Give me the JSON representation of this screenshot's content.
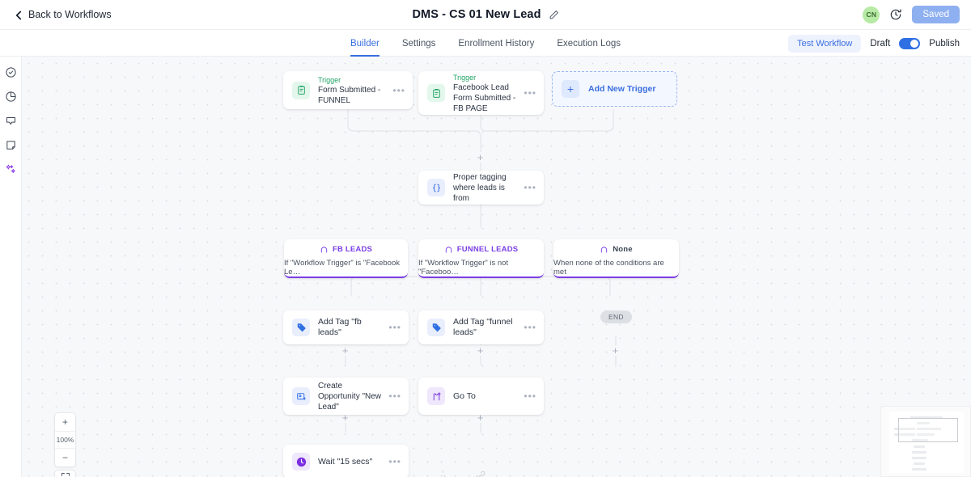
{
  "topbar": {
    "back_label": "Back to Workflows",
    "back_icon": "chevron-left-icon",
    "title": "DMS - CS 01 New Lead",
    "edit_icon": "pencil-icon",
    "avatar_initials": "CN",
    "history_icon": "clock-history-icon",
    "saved_label": "Saved",
    "saved_color": "#8fb0f0"
  },
  "tabs": {
    "items": [
      {
        "label": "Builder",
        "active": true
      },
      {
        "label": "Settings",
        "active": false
      },
      {
        "label": "Enrollment History",
        "active": false
      },
      {
        "label": "Execution Logs",
        "active": false
      }
    ],
    "accent": "#3b6fe0",
    "test_workflow_label": "Test Workflow",
    "draft_label": "Draft",
    "publish_label": "Publish",
    "toggle_on": true
  },
  "rail": {
    "items": [
      {
        "icon": "check-circle-icon"
      },
      {
        "icon": "pie-chart-icon"
      },
      {
        "icon": "chat-bubble-icon"
      },
      {
        "icon": "note-icon"
      },
      {
        "icon": "ai-sparkle-icon"
      }
    ]
  },
  "canvas": {
    "triggers": [
      {
        "icon": "clipboard-icon",
        "kicker": "Trigger",
        "title": "Form Submitted - FUNNEL",
        "menu": "•••"
      },
      {
        "icon": "clipboard-icon",
        "kicker": "Trigger",
        "title": "Facebook Lead Form Submitted - FB PAGE",
        "menu": "•••"
      }
    ],
    "add_trigger": {
      "label": "Add New Trigger",
      "icon": "plus-icon"
    },
    "code_node": {
      "icon": "braces-icon",
      "title": "Proper tagging where leads is from",
      "menu": "•••"
    },
    "branches": [
      {
        "icon": "branch-fork-icon",
        "name": "FB LEADS",
        "condition": "If \"Workflow Trigger\" is \"Facebook Le…",
        "muted": false
      },
      {
        "icon": "branch-fork-icon",
        "name": "FUNNEL LEADS",
        "condition": "If \"Workflow Trigger\" is not \"Faceboo…",
        "muted": false
      },
      {
        "icon": "branch-fork-icon",
        "name": "None",
        "condition": "When none of the conditions are met",
        "muted": true
      }
    ],
    "actions": [
      {
        "icon": "tag-icon",
        "title": "Add Tag \"fb leads\"",
        "menu": "•••"
      },
      {
        "icon": "tag-icon",
        "title": "Add Tag \"funnel leads\"",
        "menu": "•••"
      },
      {
        "icon": "opportunity-icon",
        "title": "Create Opportunity \"New Lead\"",
        "menu": "•••"
      },
      {
        "icon": "goto-icon",
        "title": "Go To",
        "menu": "•••"
      },
      {
        "icon": "clock-icon",
        "title": "Wait \"15 secs\"",
        "menu": "•••"
      }
    ],
    "end_label": "END",
    "add_step_icon": "plus-icon",
    "goto_link_icon": "link-break-icon"
  },
  "zoom_controls": {
    "zoom_in_label": "+",
    "zoom_level": "100%",
    "zoom_out_label": "−",
    "fit_icon": "fit-screen-icon"
  },
  "minimap": {
    "name": "canvas-minimap"
  }
}
